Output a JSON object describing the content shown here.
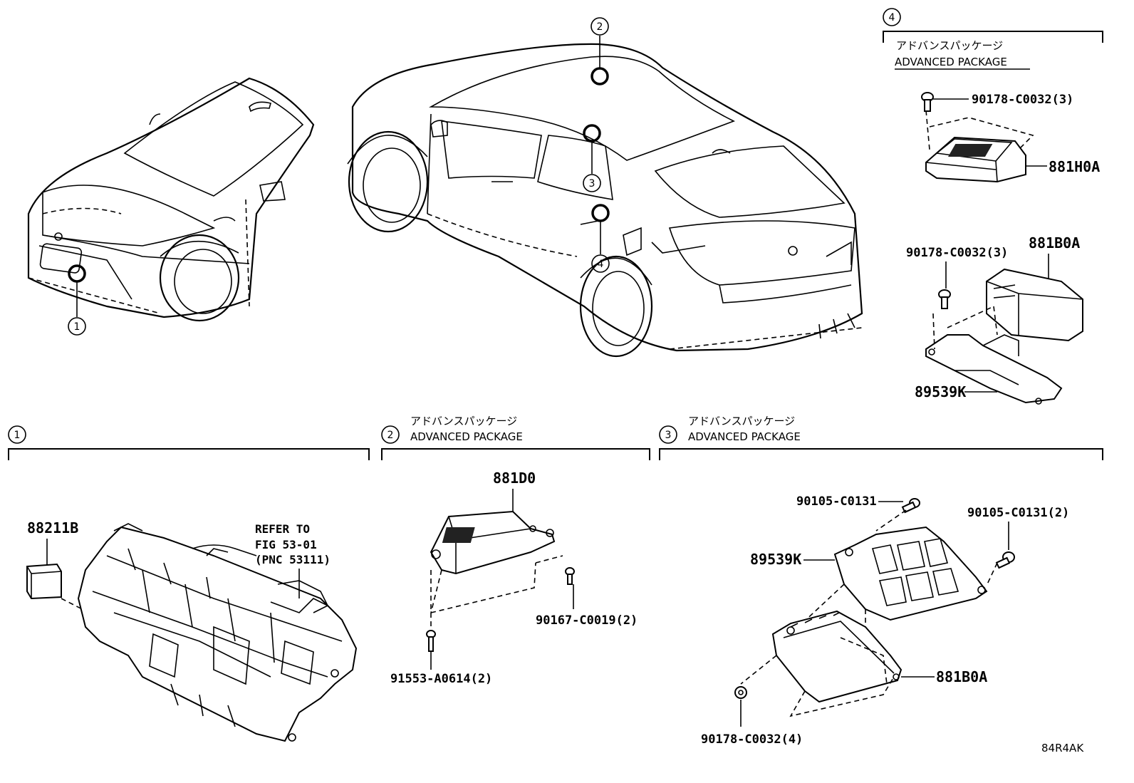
{
  "circled_index": {
    "one": "1",
    "two": "2",
    "three": "3",
    "four": "4"
  },
  "section_headers": {
    "s4": {
      "jp": "アドバンスパッケージ",
      "en": "ADVANCED PACKAGE"
    },
    "s2": {
      "jp": "アドバンスパッケージ",
      "en": "ADVANCED PACKAGE"
    },
    "s3": {
      "jp": "アドバンスパッケージ",
      "en": "ADVANCED PACKAGE"
    }
  },
  "parts": {
    "s4_bolt_top": "90178-C0032(3)",
    "s4_module_top": "881H0A",
    "s4_bolt_lower": "90178-C0032(3)",
    "s4_module_lower": "881B0A",
    "s4_bracket": "89539K",
    "s1_sensor": "88211B",
    "s2_module": "881D0",
    "s2_screw": "90167-C0019(2)",
    "s2_bolt": "91553-A0614(2)",
    "s3_bolt_top": "90105-C0131",
    "s3_bolt_right": "90105-C0131(2)",
    "s3_bracket": "89539K",
    "s3_module": "881B0A",
    "s3_bolt_bottom": "90178-C0032(4)"
  },
  "reference_note": {
    "line1": "REFER TO",
    "line2": "FIG 53-01",
    "line3": "(PNC 53111)"
  },
  "figure_code": "84R4AK"
}
